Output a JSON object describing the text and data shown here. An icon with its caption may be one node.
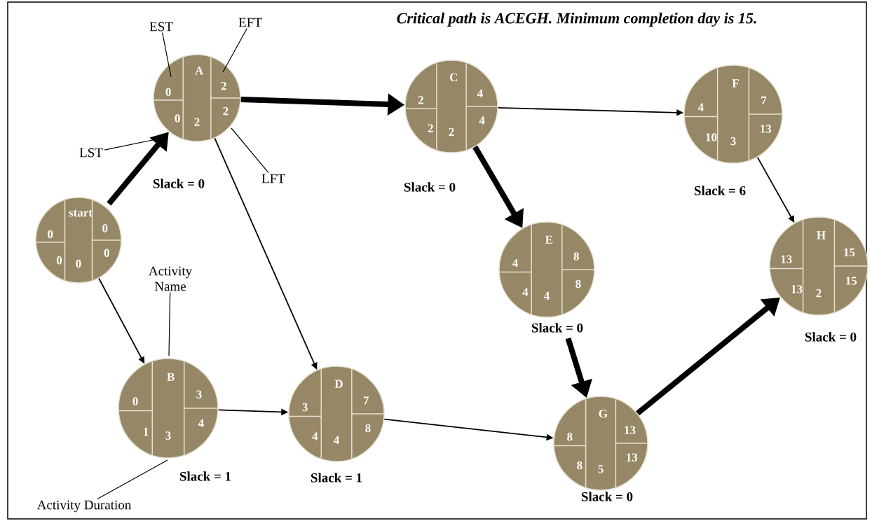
{
  "diagram": {
    "title": "Critical path is ACEGH.  Minimum completion day is 15.",
    "nodes": [
      {
        "text": [
          "EST"
        ]
      },
      {
        "text": [
          "EFT"
        ]
      },
      {
        "text": [
          "A",
          "0",
          "2",
          "0",
          "2",
          "2"
        ],
        "beside": [
          "Slack = 0"
        ]
      },
      {
        "text": [
          "C",
          "2",
          "4",
          "2",
          "2",
          "4"
        ],
        "beside": [
          "Slack = 0"
        ]
      },
      {
        "text": [
          "F",
          "4",
          "7",
          "10",
          "3",
          "13"
        ],
        "beside": [
          "Slack = 6"
        ]
      },
      {
        "text": [
          "LST"
        ]
      },
      {
        "text": [
          "LFT"
        ]
      },
      {
        "text": [
          "start",
          "0",
          "0",
          "0",
          "0",
          "0"
        ]
      },
      {
        "text": [
          "E",
          "4",
          "8",
          "4",
          "4",
          "8"
        ],
        "beside": [
          "Slack = 0"
        ]
      },
      {
        "text": [
          "H",
          "13",
          "15",
          "13",
          "2",
          "15"
        ],
        "beside": [
          "Slack = 0"
        ]
      },
      {
        "text": [
          "Activity Name"
        ]
      },
      {
        "text": [
          "B",
          "0",
          "3",
          "1",
          "3",
          "4"
        ],
        "beside": [
          "Slack = 1"
        ]
      },
      {
        "text": [
          "D",
          "3",
          "7",
          "4",
          "4",
          "8"
        ],
        "beside": [
          "Slack = 1"
        ]
      },
      {
        "text": [
          "G",
          "8",
          "13",
          "8",
          "5",
          "13"
        ],
        "beside": [
          "Slack = 0"
        ]
      },
      {
        "text": [
          "Activity Duration"
        ]
      }
    ],
    "edges": [
      {
        "from": 7,
        "to": 2,
        "arrow": "to",
        "style": "thick"
      },
      {
        "from": 2,
        "to": 3,
        "arrow": "to",
        "style": "thick"
      },
      {
        "from": 2,
        "to": 12,
        "arrow": "to"
      },
      {
        "from": 3,
        "to": 4,
        "arrow": "to"
      },
      {
        "from": 3,
        "to": 8,
        "arrow": "to",
        "style": "thick"
      },
      {
        "from": 4,
        "to": 9,
        "arrow": "to"
      },
      {
        "from": 7,
        "to": 11,
        "arrow": "to"
      },
      {
        "from": 11,
        "to": 12,
        "arrow": "to"
      },
      {
        "from": 12,
        "to": 13,
        "arrow": "to"
      },
      {
        "from": 8,
        "to": 13,
        "arrow": "to",
        "style": "thick"
      },
      {
        "from": 13,
        "to": 9,
        "arrow": "to",
        "style": "thick"
      },
      {
        "from": 0,
        "to": 2,
        "arrow": "none"
      },
      {
        "from": 1,
        "to": 2,
        "arrow": "none"
      },
      {
        "from": 5,
        "to": 2,
        "arrow": "none"
      },
      {
        "from": 6,
        "to": 2,
        "arrow": "none"
      },
      {
        "from": 10,
        "to": 11,
        "arrow": "none"
      },
      {
        "from": 14,
        "to": 11,
        "arrow": "none"
      }
    ]
  }
}
